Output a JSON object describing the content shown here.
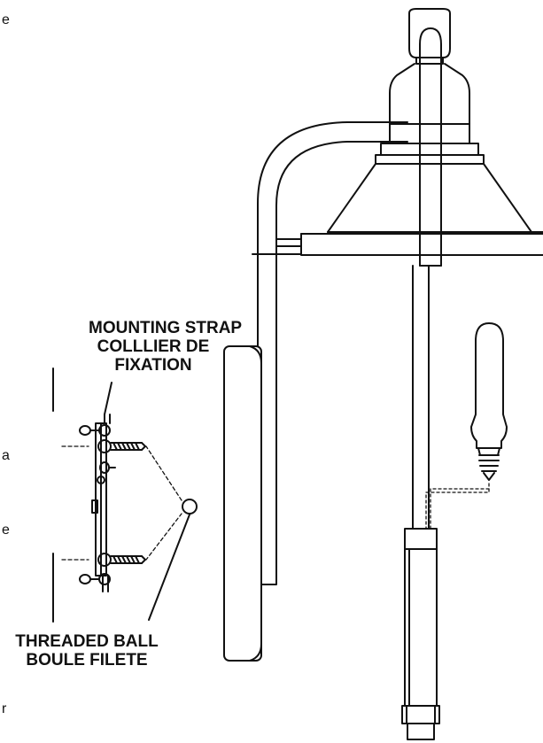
{
  "labels": {
    "strap_line1": "MOUNTING STRAP",
    "strap_line2": "COLLLIER DE",
    "strap_line3": "FIXATION",
    "ball_line1": "THREADED BALL",
    "ball_line2": "BOULE FILETE"
  },
  "edge_text": {
    "t1": "e",
    "t2": "a",
    "t3": "e",
    "t4": "r"
  },
  "colors": {
    "ink": "#111111",
    "paper": "#ffffff"
  }
}
